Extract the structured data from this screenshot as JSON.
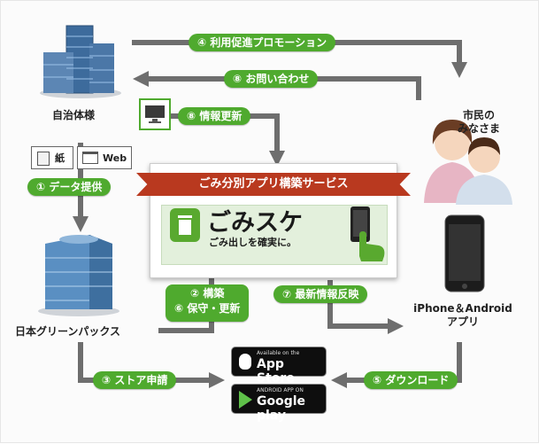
{
  "nodes": {
    "municipality": "自治体様",
    "citizens": [
      "市民の",
      "みなさま"
    ],
    "company": "日本グリーンパックス",
    "app": [
      "iPhone＆Android",
      "アプリ"
    ]
  },
  "labels": {
    "promotion": "④ 利用促進プロモーション",
    "inquiry": "⑧ お問い合わせ",
    "info_update": "⑧ 情報更新",
    "data_provision": "① データ提供",
    "build": [
      "② 構築",
      "⑥ 保守・更新"
    ],
    "latest_info": "⑦ 最新情報反映",
    "store_apply": "③ ストア申請",
    "download": "⑤ ダウンロード"
  },
  "media": {
    "paper": "紙",
    "web": "Web"
  },
  "service": {
    "ribbon": "ごみ分別アプリ構築サービス",
    "app_name": "ごみスケ",
    "tagline": "ごみ出しを確実に。"
  },
  "stores": {
    "apple": {
      "small": "Available on the",
      "big": "App Store"
    },
    "google": {
      "small": "ANDROID APP ON",
      "big": "Google play"
    }
  },
  "colors": {
    "accent_green": "#4faa2e",
    "arrow_gray": "#6e6e6e",
    "ribbon_red": "#b9391f",
    "service_bg": "#e3f0dc"
  }
}
